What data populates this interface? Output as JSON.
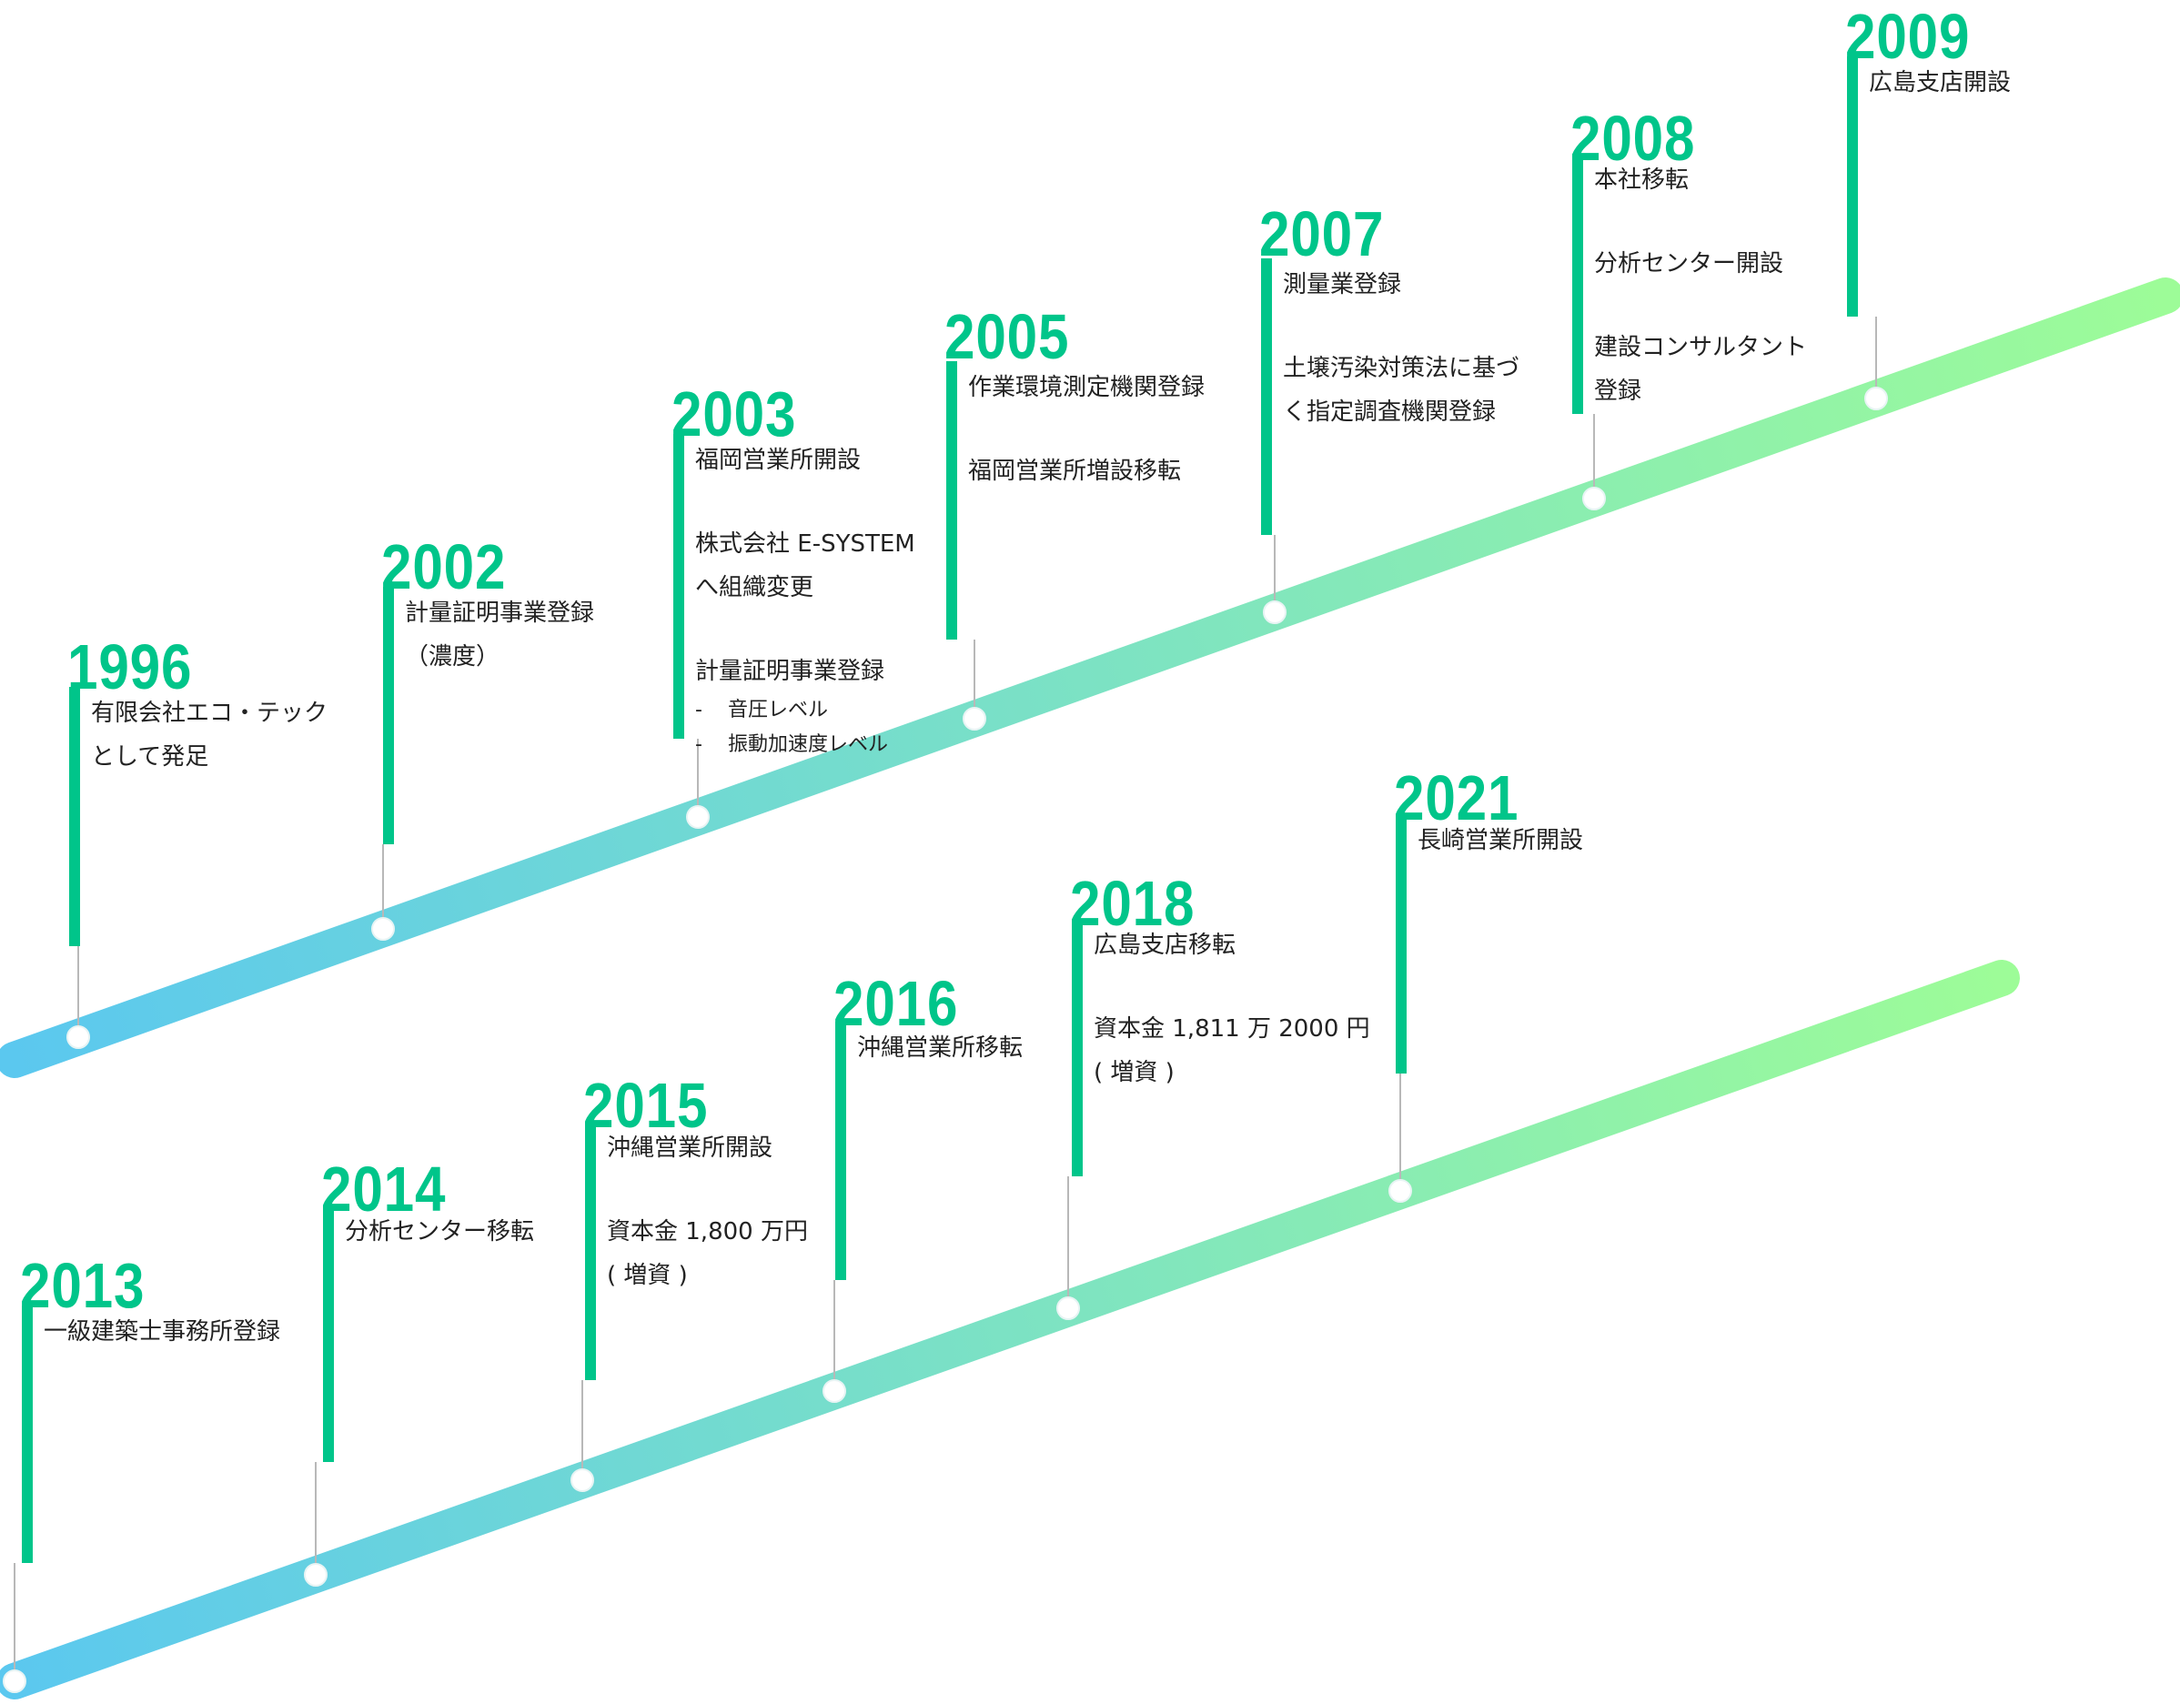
{
  "colors": {
    "accent": "#00c58a",
    "band_start": "#5bc8ef",
    "band_end": "#9dfc98",
    "connector": "#b8b8b8",
    "text": "#222222"
  },
  "timelines": [
    {
      "events": [
        {
          "year": "1996",
          "entries": [
            {
              "lines": [
                "有限会社エコ・テック",
                "として発足"
              ]
            }
          ]
        },
        {
          "year": "2002",
          "entries": [
            {
              "lines": [
                "計量証明事業登録",
                "（濃度）"
              ]
            }
          ]
        },
        {
          "year": "2003",
          "entries": [
            {
              "lines": [
                "福岡営業所開設"
              ]
            },
            {
              "lines": [
                "株式会社 E-SYSTEM",
                "へ組織変更"
              ]
            },
            {
              "lines": [
                "計量証明事業登録"
              ],
              "sub_items": [
                "音圧レベル",
                "振動加速度レベル"
              ]
            }
          ]
        },
        {
          "year": "2005",
          "entries": [
            {
              "lines": [
                "作業環境測定機関登録"
              ]
            },
            {
              "lines": [
                "福岡営業所増設移転"
              ]
            }
          ]
        },
        {
          "year": "2007",
          "entries": [
            {
              "lines": [
                "測量業登録"
              ]
            },
            {
              "lines": [
                "土壌汚染対策法に基づ",
                "く指定調査機関登録"
              ]
            }
          ]
        },
        {
          "year": "2008",
          "entries": [
            {
              "lines": [
                "本社移転"
              ]
            },
            {
              "lines": [
                "分析センター開設"
              ]
            },
            {
              "lines": [
                "建設コンサルタント",
                "登録"
              ]
            }
          ]
        },
        {
          "year": "2009",
          "entries": [
            {
              "lines": [
                "広島支店開設"
              ]
            }
          ]
        }
      ]
    },
    {
      "events": [
        {
          "year": "2013",
          "entries": [
            {
              "lines": [
                "一級建築士事務所登録"
              ]
            }
          ]
        },
        {
          "year": "2014",
          "entries": [
            {
              "lines": [
                "分析センター移転"
              ]
            }
          ]
        },
        {
          "year": "2015",
          "entries": [
            {
              "lines": [
                "沖縄営業所開設"
              ]
            },
            {
              "lines": [
                "資本金 1,800 万円",
                "( 増資 )"
              ]
            }
          ]
        },
        {
          "year": "2016",
          "entries": [
            {
              "lines": [
                "沖縄営業所移転"
              ]
            }
          ]
        },
        {
          "year": "2018",
          "entries": [
            {
              "lines": [
                "広島支店移転"
              ]
            },
            {
              "lines": [
                "資本金 1,811 万 2000 円",
                "( 増資 )"
              ]
            }
          ]
        },
        {
          "year": "2021",
          "entries": [
            {
              "lines": [
                "長崎営業所開設"
              ]
            }
          ]
        }
      ]
    }
  ]
}
